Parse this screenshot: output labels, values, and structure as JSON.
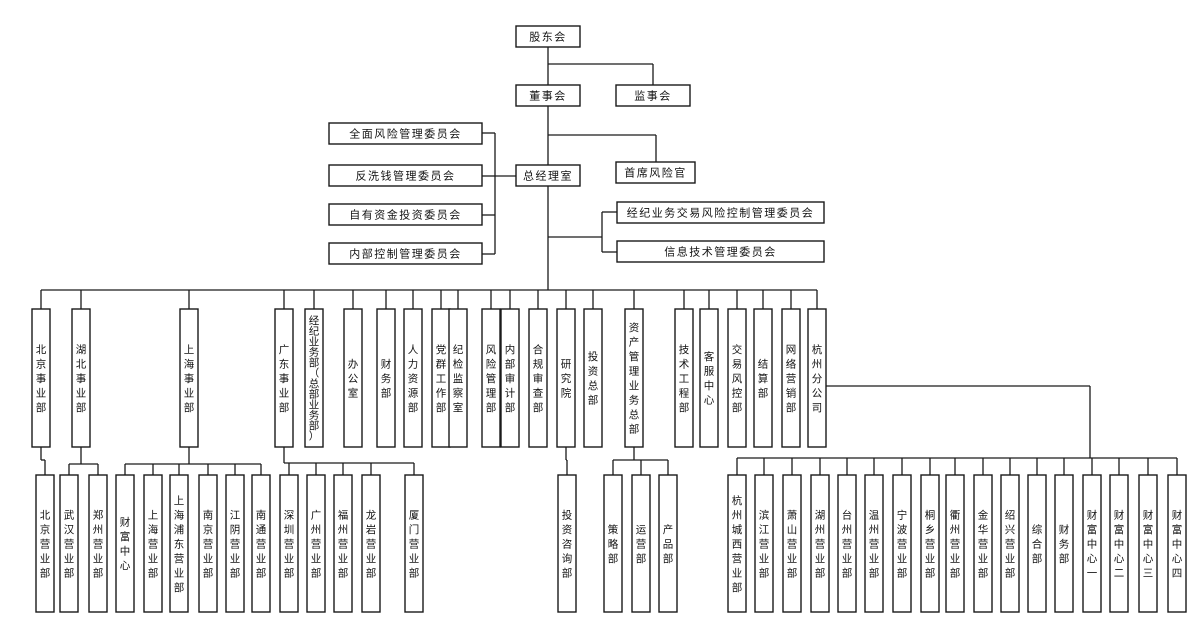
{
  "colors": {
    "line": "#1a1a1a",
    "box_fill": "#ffffff",
    "text": "#111111",
    "background": "#ffffff"
  },
  "nodes": {
    "shareholders": "股东会",
    "board": "董事会",
    "supervisors": "监事会",
    "risk_committee": "全面风险管理委员会",
    "aml_committee": "反洗钱管理委员会",
    "proprietary_committee": "自有资金投资委员会",
    "internal_control_committee": "内部控制管理委员会",
    "gm_office": "总经理室",
    "cro": "首席风险官",
    "brokerage_risk_committee": "经纪业务交易风险控制管理委员会",
    "it_committee": "信息技术管理委员会",
    "departments": [
      {
        "id": "beijing",
        "label": "北京事业部"
      },
      {
        "id": "hubei",
        "label": "湖北事业部"
      },
      {
        "id": "shanghai",
        "label": "上海事业部"
      },
      {
        "id": "guangdong",
        "label": "广东事业部"
      },
      {
        "id": "hq_brokerage",
        "label": "经纪业务部（总部业务部）"
      },
      {
        "id": "office",
        "label": "办公室"
      },
      {
        "id": "finance",
        "label": "财务部"
      },
      {
        "id": "hr",
        "label": "人力资源部"
      },
      {
        "id": "party",
        "label": "党群工作部"
      },
      {
        "id": "discipline",
        "label": "纪检监察室"
      },
      {
        "id": "risk_mgmt",
        "label": "风险管理部"
      },
      {
        "id": "audit",
        "label": "内部审计部"
      },
      {
        "id": "compliance",
        "label": "合规审查部"
      },
      {
        "id": "research",
        "label": "研究院"
      },
      {
        "id": "invest",
        "label": "投资总部"
      },
      {
        "id": "asset_mgmt",
        "label": "资产管理业务总部"
      },
      {
        "id": "tech",
        "label": "技术工程部"
      },
      {
        "id": "service",
        "label": "客服中心"
      },
      {
        "id": "trade_risk",
        "label": "交易风控部"
      },
      {
        "id": "settle",
        "label": "结算部"
      },
      {
        "id": "online",
        "label": "网络营销部"
      },
      {
        "id": "hangzhou",
        "label": "杭州分公司"
      }
    ],
    "subunits": {
      "beijing": [
        "北京营业部"
      ],
      "hubei": [
        "武汉营业部",
        "郑州营业部"
      ],
      "shanghai": [
        "财富中心",
        "上海营业部",
        "上海浦东营业部",
        "南京营业部",
        "江阴营业部",
        "南通营业部"
      ],
      "guangdong": [
        "深圳营业部",
        "广州营业部",
        "福州营业部",
        "龙岩营业部",
        "厦门营业部"
      ],
      "research": [
        "投资咨询部"
      ],
      "asset_mgmt": [
        "策略部",
        "运营部",
        "产品部"
      ],
      "hangzhou": [
        "杭州城西营业部",
        "滨江营业部",
        "萧山营业部",
        "湖州营业部",
        "台州营业部",
        "温州营业部",
        "宁波营业部",
        "桐乡营业部",
        "衢州营业部",
        "金华营业部",
        "绍兴营业部",
        "综合部",
        "财务部",
        "财富中心一",
        "财富中心二",
        "财富中心三",
        "财富中心四"
      ]
    }
  }
}
